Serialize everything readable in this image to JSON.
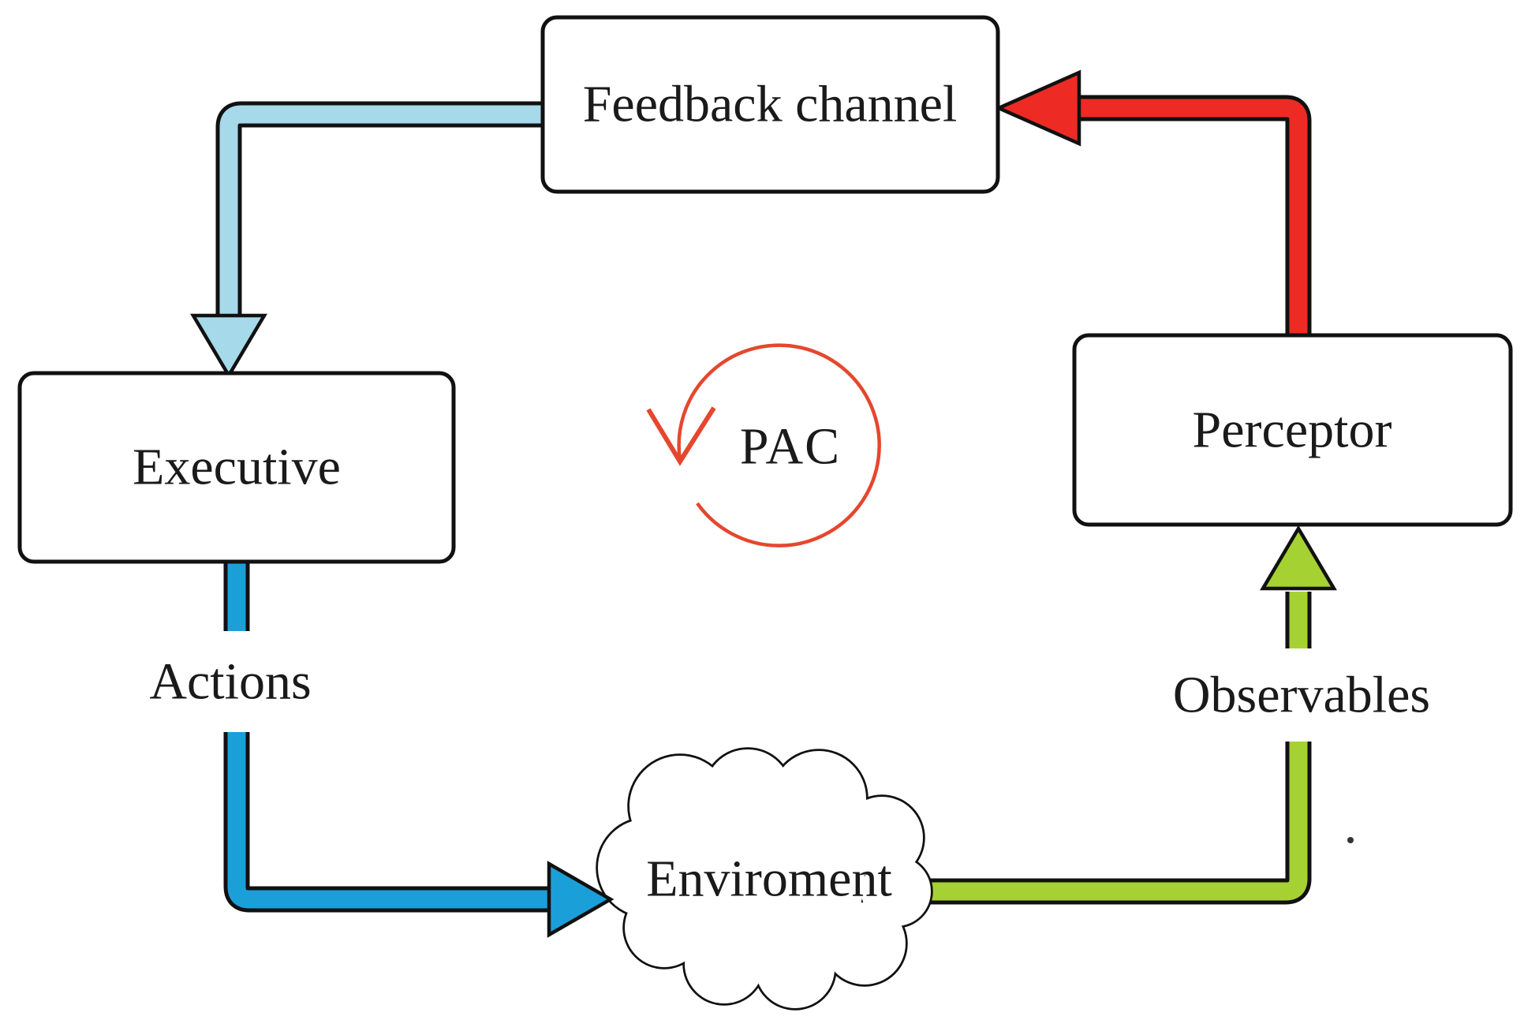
{
  "diagram": {
    "center_label": "PAC",
    "boxes": {
      "feedback": "Feedback channel",
      "executive": "Executive",
      "perceptor": "Perceptor"
    },
    "cloud_label": "Enviroment",
    "flow_labels": {
      "actions": "Actions",
      "observables": "Observables"
    },
    "colors": {
      "feedback_arrow": "#a6d9e9",
      "actions_arrow": "#1b9fd9",
      "observables_arrow": "#a6d133",
      "perceptor_arrow": "#ed2b24",
      "cycle": "#e5472e"
    }
  }
}
